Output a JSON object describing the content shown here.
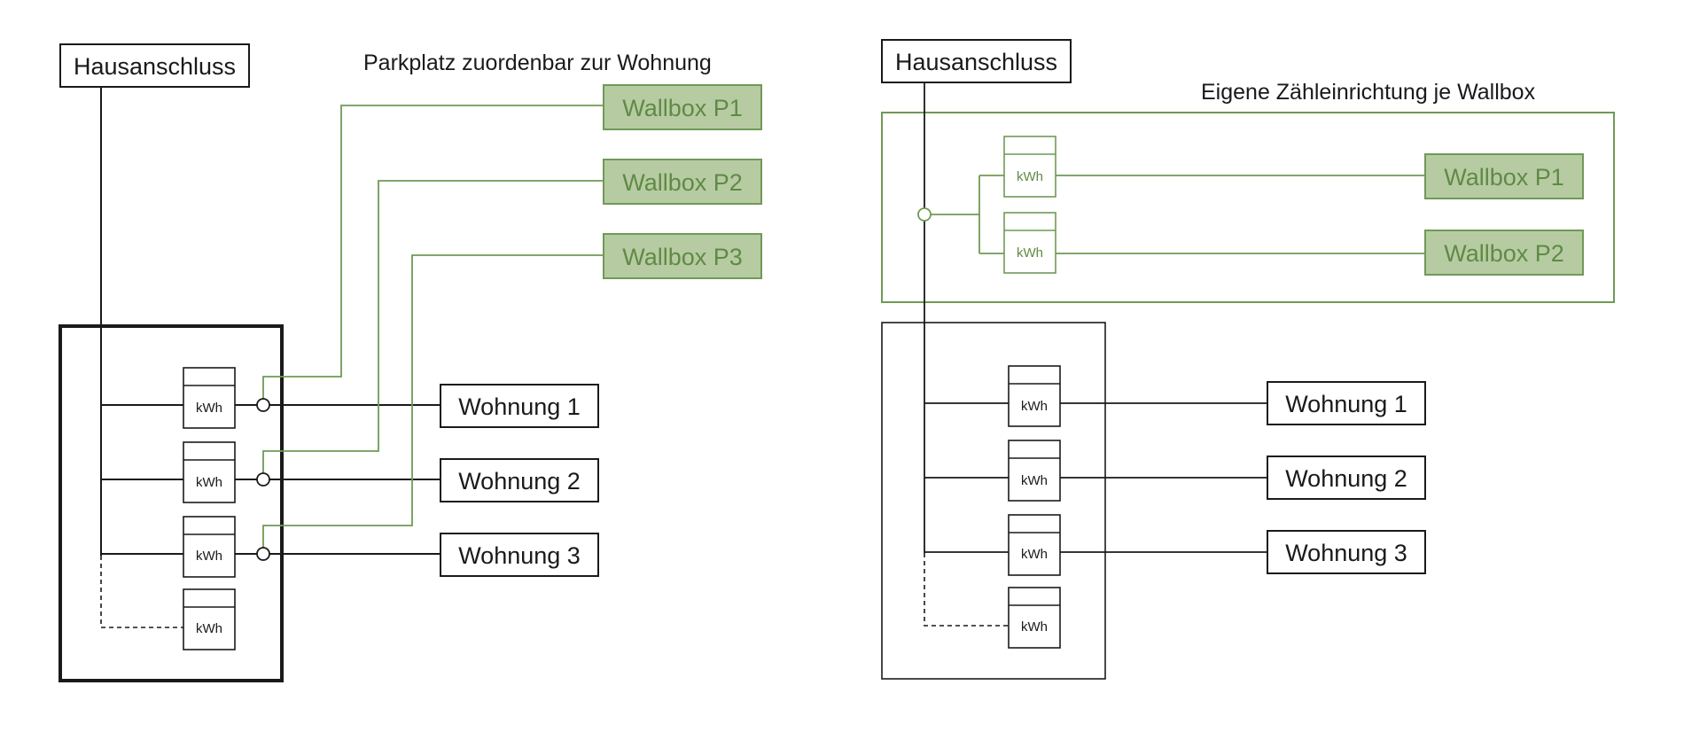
{
  "colors": {
    "line": "#1a1a1a",
    "accent": "#6f9a55",
    "accent_fill": "#b7cba3"
  },
  "left": {
    "connection_label": "Hausanschluss",
    "title": "Parkplatz zuordenbar zur Wohnung",
    "wallboxes": [
      "Wallbox P1",
      "Wallbox P2",
      "Wallbox P3"
    ],
    "apartments": [
      "Wohnung 1",
      "Wohnung 2",
      "Wohnung 3"
    ],
    "meter_labels": [
      "kWh",
      "kWh",
      "kWh",
      "kWh"
    ]
  },
  "right": {
    "connection_label": "Hausanschluss",
    "title": "Eigene Zähleinrichtung je Wallbox",
    "wallboxes": [
      "Wallbox P1",
      "Wallbox P2"
    ],
    "wallbox_meter_labels": [
      "kWh",
      "kWh"
    ],
    "apartments": [
      "Wohnung 1",
      "Wohnung 2",
      "Wohnung 3"
    ],
    "meter_labels": [
      "kWh",
      "kWh",
      "kWh",
      "kWh"
    ]
  }
}
